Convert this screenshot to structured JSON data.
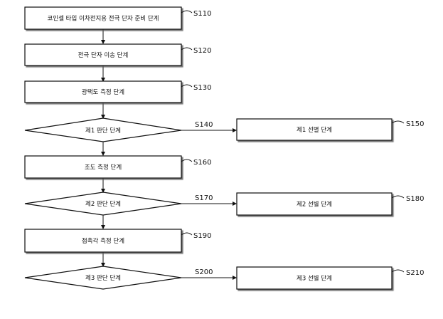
{
  "flowchart": {
    "nodes": [
      {
        "id": "S110",
        "label": "코인셀 타입 이차전지용 전극 단자 준비 단계",
        "step": "S110",
        "shape": "process"
      },
      {
        "id": "S120",
        "label": "전극 단자 이송 단계",
        "step": "S120",
        "shape": "process"
      },
      {
        "id": "S130",
        "label": "광택도 측정 단계",
        "step": "S130",
        "shape": "process"
      },
      {
        "id": "S140",
        "label": "제1 판단 단계",
        "step": "S140",
        "shape": "decision"
      },
      {
        "id": "S150",
        "label": "제1 선별 단계",
        "step": "S150",
        "shape": "process"
      },
      {
        "id": "S160",
        "label": "조도 측정 단계",
        "step": "S160",
        "shape": "process"
      },
      {
        "id": "S170",
        "label": "제2 판단 단계",
        "step": "S170",
        "shape": "decision"
      },
      {
        "id": "S180",
        "label": "제2 선별 단계",
        "step": "S180",
        "shape": "process"
      },
      {
        "id": "S190",
        "label": "접촉각 측정 단계",
        "step": "S190",
        "shape": "process"
      },
      {
        "id": "S200",
        "label": "제3 판단 단계",
        "step": "S200",
        "shape": "decision"
      },
      {
        "id": "S210",
        "label": "제3 선별 단계",
        "step": "S210",
        "shape": "process"
      }
    ],
    "edges": [
      {
        "from": "S110",
        "to": "S120"
      },
      {
        "from": "S120",
        "to": "S130"
      },
      {
        "from": "S130",
        "to": "S140"
      },
      {
        "from": "S140",
        "to": "S160"
      },
      {
        "from": "S140",
        "to": "S150"
      },
      {
        "from": "S160",
        "to": "S170"
      },
      {
        "from": "S170",
        "to": "S190"
      },
      {
        "from": "S170",
        "to": "S180"
      },
      {
        "from": "S190",
        "to": "S200"
      },
      {
        "from": "S200",
        "to": "S210"
      }
    ]
  }
}
